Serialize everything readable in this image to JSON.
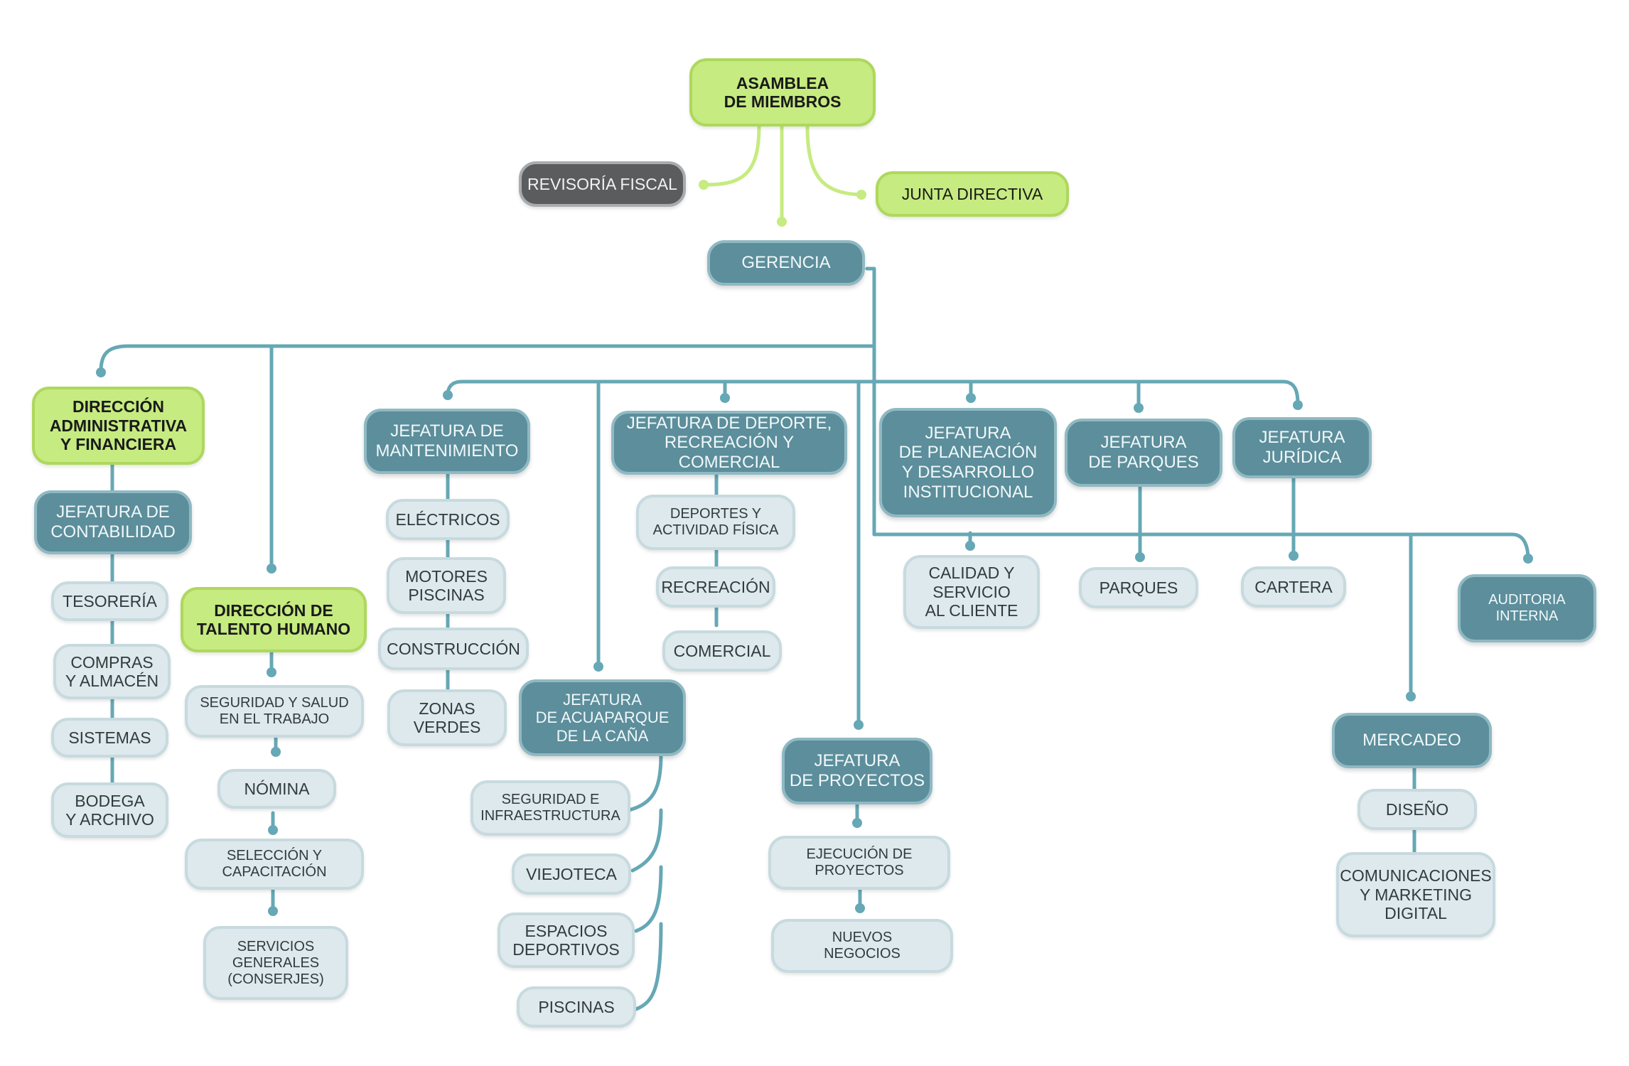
{
  "colors": {
    "connector": "#66a8b5",
    "connector_top": "#c6eb80",
    "green_fill": "#c6eb80",
    "dark_fill": "#5c8e9b",
    "light_fill": "#dde9ec",
    "gray_fill": "#5a5c5e"
  },
  "nodes": {
    "asamblea": "ASAMBLEA\nDE MIEMBROS",
    "revisoria": "REVISORÍA FISCAL",
    "junta": "JUNTA DIRECTIVA",
    "gerencia": "GERENCIA",
    "dir_admin": "DIRECCIÓN\nADMINISTRATIVA\nY FINANCIERA",
    "jef_contabilidad": "JEFATURA DE\nCONTABILIDAD",
    "tesoreria": "TESORERÍA",
    "compras": "COMPRAS\nY ALMACÉN",
    "sistemas": "SISTEMAS",
    "bodega": "BODEGA\nY ARCHIVO",
    "dir_talento": "DIRECCIÓN DE\nTALENTO HUMANO",
    "seguridad_salud": "SEGURIDAD Y SALUD\nEN EL TRABAJO",
    "nomina": "NÓMINA",
    "seleccion": "SELECCIÓN Y\nCAPACITACIÓN",
    "servicios_generales": "SERVICIOS\nGENERALES\n(CONSERJES)",
    "jef_mantenimiento": "JEFATURA DE\nMANTENIMIENTO",
    "electricos": "ELÉCTRICOS",
    "motores": "MOTORES\nPISCINAS",
    "construccion": "CONSTRUCCIÓN",
    "zonas_verdes": "ZONAS\nVERDES",
    "jef_deporte": "JEFATURA DE DEPORTE,\nRECREACIÓN Y COMERCIAL",
    "deportes": "DEPORTES Y\nACTIVIDAD FÍSICA",
    "recreacion": "RECREACIÓN",
    "comercial": "COMERCIAL",
    "jef_acuaparque": "JEFATURA\nDE ACUAPARQUE\nDE LA CAÑA",
    "seguridad_infra": "SEGURIDAD E\nINFRAESTRUCTURA",
    "viejoteca": "VIEJOTECA",
    "espacios": "ESPACIOS\nDEPORTIVOS",
    "piscinas": "PISCINAS",
    "jef_proyectos": "JEFATURA\nDE PROYECTOS",
    "ejecucion": "EJECUCIÓN DE\nPROYECTOS",
    "nuevos_negocios": "NUEVOS\nNEGOCIOS",
    "jef_planeacion": "JEFATURA\nDE PLANEACIÓN\nY DESARROLLO\nINSTITUCIONAL",
    "calidad": "CALIDAD Y\nSERVICIO\nAL CLIENTE",
    "jef_parques": "JEFATURA\nDE PARQUES",
    "parques": "PARQUES",
    "jef_juridica": "JEFATURA\nJURÍDICA",
    "cartera": "CARTERA",
    "auditoria": "AUDITORIA\nINTERNA",
    "mercadeo": "MERCADEO",
    "diseno": "DISEÑO",
    "comunicaciones": "COMUNICACIONES\nY MARKETING\nDIGITAL"
  }
}
